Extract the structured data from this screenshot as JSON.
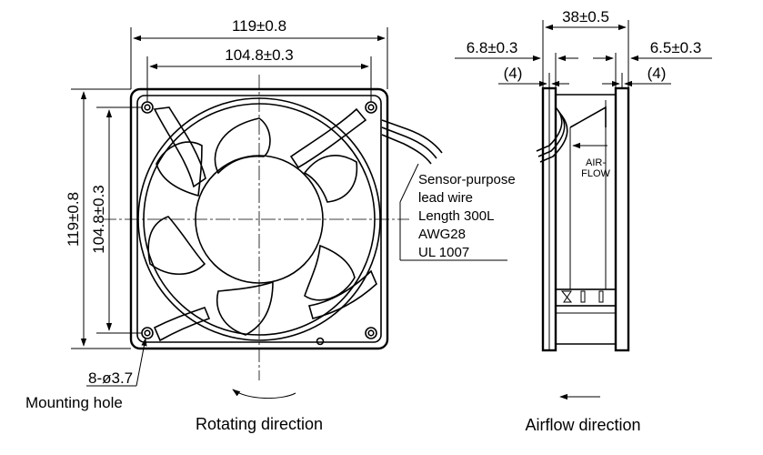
{
  "front_view": {
    "overall_width": "119±0.8",
    "hole_pitch_width": "104.8±0.3",
    "overall_height": "119±0.8",
    "hole_pitch_height": "104.8±0.3",
    "mounting_hole_size": "8-ø3.7",
    "mounting_hole_label": "Mounting hole",
    "rotation_caption": "Rotating direction"
  },
  "lead_wire_note": {
    "line1": "Sensor-purpose",
    "line2": "lead wire",
    "line3": "Length 300L",
    "line4": "AWG28",
    "line5": "UL 1007"
  },
  "side_view": {
    "depth": "38±0.5",
    "left_flange": "6.8±0.3",
    "left_flange_ref": "(4)",
    "right_flange": "6.5±0.3",
    "right_flange_ref": "(4)",
    "airflow_line1": "AIR-",
    "airflow_line2": "FLOW",
    "airflow_caption": "Airflow direction"
  }
}
